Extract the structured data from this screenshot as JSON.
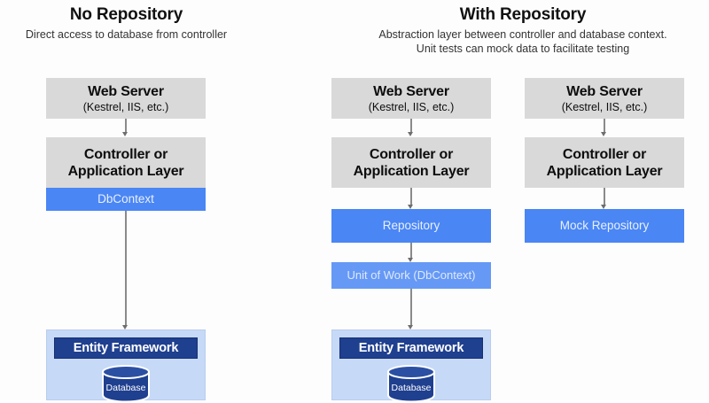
{
  "diagram": {
    "type": "architecture-comparison",
    "panels": [
      {
        "id": "no-repository",
        "title": "No Repository",
        "subtitle_lines": [
          "Direct access to database from controller"
        ]
      },
      {
        "id": "with-repository",
        "title": "With Repository",
        "subtitle_lines": [
          "Abstraction layer between controller and database context.",
          "Unit tests can mock data to facilitate testing"
        ]
      }
    ],
    "columns": [
      {
        "id": "col-no-repo",
        "nodes": [
          {
            "id": "web-server",
            "title": "Web Server",
            "subtitle": "(Kestrel, IIS, etc.)",
            "style": "grey"
          },
          {
            "id": "controller",
            "title": "Controller or",
            "subtitle": "Application Layer",
            "style": "grey"
          },
          {
            "id": "dbcontext",
            "title": "DbContext",
            "style": "blue"
          },
          {
            "id": "entity-framework",
            "title": "Entity Framework",
            "database_label": "Database",
            "style": "ef-group"
          }
        ]
      },
      {
        "id": "col-with-repo",
        "nodes": [
          {
            "id": "web-server",
            "title": "Web Server",
            "subtitle": "(Kestrel, IIS, etc.)",
            "style": "grey"
          },
          {
            "id": "controller",
            "title": "Controller or",
            "subtitle": "Application Layer",
            "style": "grey"
          },
          {
            "id": "repository",
            "title": "Repository",
            "style": "blue"
          },
          {
            "id": "unit-of-work",
            "title": "Unit of Work (DbContext)",
            "style": "blue-light"
          },
          {
            "id": "entity-framework",
            "title": "Entity Framework",
            "database_label": "Database",
            "style": "ef-group"
          }
        ]
      },
      {
        "id": "col-mock",
        "nodes": [
          {
            "id": "web-server",
            "title": "Web Server",
            "subtitle": "(Kestrel, IIS, etc.)",
            "style": "grey"
          },
          {
            "id": "controller",
            "title": "Controller or",
            "subtitle": "Application Layer",
            "style": "grey"
          },
          {
            "id": "mock-repository",
            "title": "Mock Repository",
            "style": "blue"
          }
        ]
      }
    ],
    "colors": {
      "background": "#fdfdfd",
      "node_grey": "#d9d9d9",
      "node_blue": "#4a86f4",
      "node_blue_light": "#6699f5",
      "ef_container": "#c6d9f7",
      "ef_bar": "#1f3f8f",
      "arrow": "#8a8a8a",
      "title_text": "#111111"
    }
  }
}
